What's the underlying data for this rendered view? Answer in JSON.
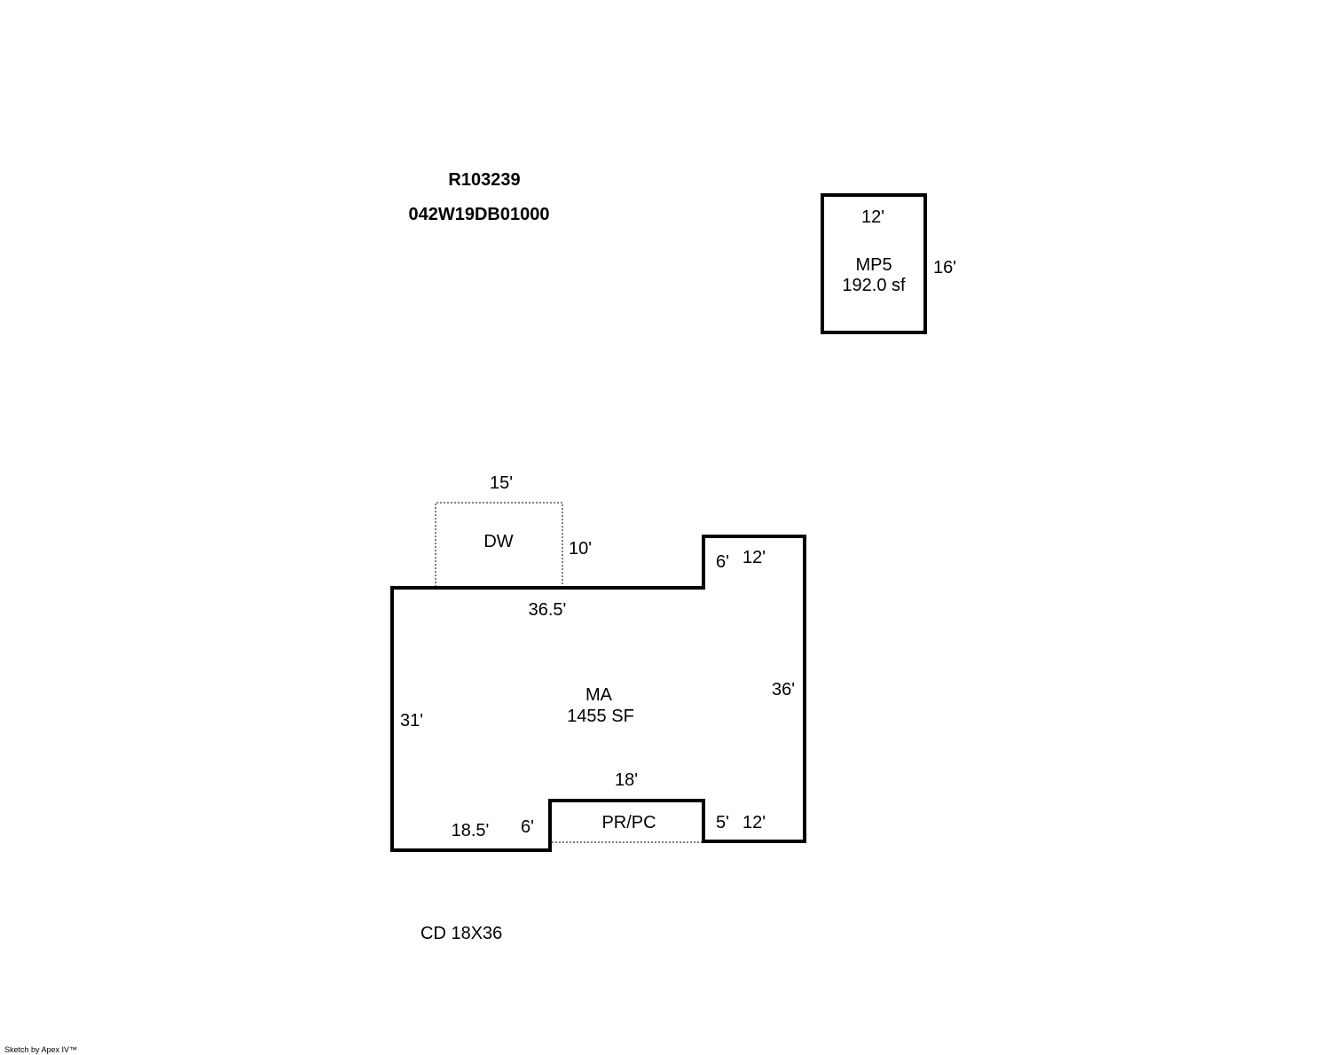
{
  "header": {
    "account_id": "R103239",
    "map_tax_lot": "042W19DB01000"
  },
  "areas": {
    "mp5": {
      "code": "MP5",
      "area": "192.0 sf",
      "dim_top": "12'",
      "dim_side": "16'"
    },
    "dw": {
      "code": "DW",
      "dim_top": "15'",
      "dim_side": "10'"
    },
    "ma": {
      "code": "MA",
      "area": "1455 SF",
      "dim_top_left": "36.5'",
      "dim_notch_side": "6'",
      "dim_notch_top": "12'",
      "dim_right": "36'",
      "dim_left": "31'",
      "dim_bottom_left": "18.5'",
      "dim_bottom_step": "6'",
      "dim_bottom_right_step": "5'",
      "dim_bottom_right": "12'"
    },
    "prpc": {
      "code": "PR/PC",
      "dim_top": "18'"
    }
  },
  "notes": {
    "cd": "CD 18X36"
  },
  "footer": {
    "credit": "Sketch by Apex IV™"
  }
}
